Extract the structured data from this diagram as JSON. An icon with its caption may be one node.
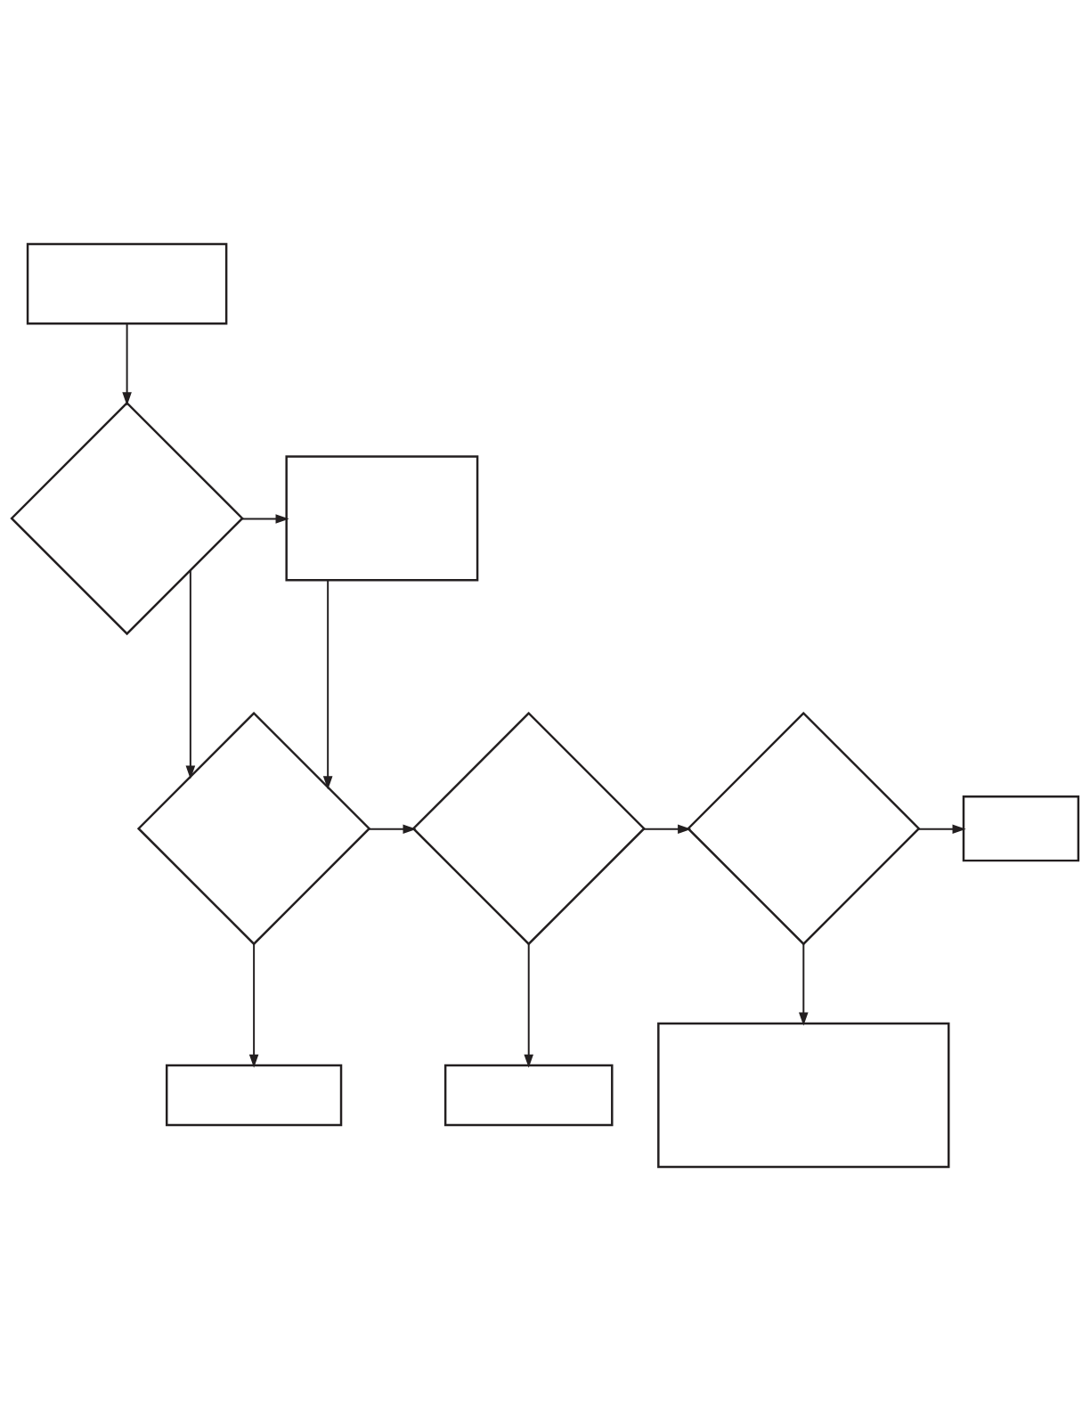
{
  "diagram": {
    "nodes": [
      {
        "text": [],
        "shape": "box"
      },
      {
        "text": [],
        "shape": "diamond"
      },
      {
        "text": [],
        "shape": "box"
      },
      {
        "text": [],
        "shape": "diamond"
      },
      {
        "text": [],
        "shape": "diamond"
      },
      {
        "text": [],
        "shape": "diamond"
      },
      {
        "text": [],
        "shape": "box"
      },
      {
        "text": [],
        "shape": "box"
      },
      {
        "text": [],
        "shape": "box"
      },
      {
        "text": [],
        "shape": "box"
      }
    ],
    "edges": [
      {
        "from": 0,
        "to": 1,
        "arrow": "to"
      },
      {
        "from": 1,
        "to": 2,
        "arrow": "to"
      },
      {
        "from": 1,
        "to": 3,
        "arrow": "to"
      },
      {
        "from": 2,
        "to": 3,
        "arrow": "to"
      },
      {
        "from": 3,
        "to": 4,
        "arrow": "to"
      },
      {
        "from": 4,
        "to": 5,
        "arrow": "to"
      },
      {
        "from": 5,
        "to": 6,
        "arrow": "to"
      },
      {
        "from": 3,
        "to": 7,
        "arrow": "to"
      },
      {
        "from": 4,
        "to": 8,
        "arrow": "to"
      },
      {
        "from": 5,
        "to": 9,
        "arrow": "to"
      }
    ]
  }
}
